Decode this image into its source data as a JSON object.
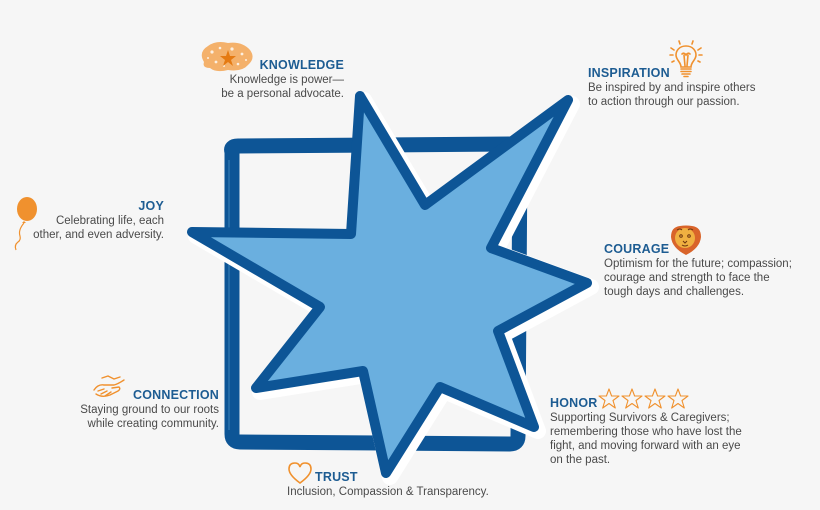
{
  "colors": {
    "background": "#f6f6f6",
    "star_fill": "#6aafdf",
    "outline": "#0d5596",
    "heading": "#1d5c92",
    "body_text": "#4a4a4a",
    "icon_orange": "#f0912e"
  },
  "values": [
    {
      "id": "knowledge",
      "title": "KNOWLEDGE",
      "description": "Knowledge is power—\nbe a personal advocate.",
      "icon": "brain-sparkle-icon"
    },
    {
      "id": "inspiration",
      "title": "INSPIRATION",
      "description": "Be inspired by and inspire others\nto action through our passion.",
      "icon": "lightbulb-icon"
    },
    {
      "id": "joy",
      "title": "JOY",
      "description": "Celebrating life, each\nother, and even adversity.",
      "icon": "balloon-icon"
    },
    {
      "id": "courage",
      "title": "COURAGE",
      "description": "Optimism for the future; compassion;\ncourage and strength to face the\ntough days and challenges.",
      "icon": "lion-icon"
    },
    {
      "id": "connection",
      "title": "CONNECTION",
      "description": "Staying ground to our roots\nwhile creating community.",
      "icon": "handshake-icon"
    },
    {
      "id": "honor",
      "title": "HONOR",
      "description": "Supporting Survivors & Caregivers;\nremembering those who have lost the\nfight, and moving forward with an eye\non the past.",
      "icon": "four-stars-icon"
    },
    {
      "id": "trust",
      "title": "TRUST",
      "description": "Inclusion, Compassion & Transparency.",
      "icon": "heart-icon"
    }
  ]
}
